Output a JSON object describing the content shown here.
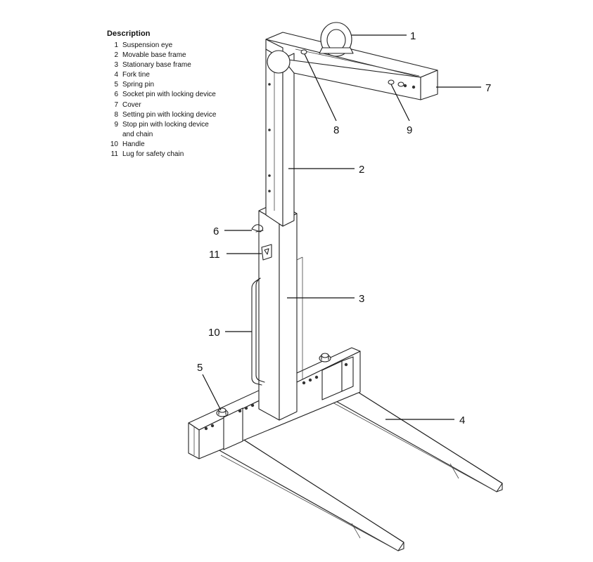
{
  "legend": {
    "title": "Description",
    "items": [
      {
        "num": "1",
        "text": "Suspension eye"
      },
      {
        "num": "2",
        "text": "Movable base frame"
      },
      {
        "num": "3",
        "text": "Stationary base frame"
      },
      {
        "num": "4",
        "text": "Fork tine"
      },
      {
        "num": "5",
        "text": "Spring pin"
      },
      {
        "num": "6",
        "text": "Socket pin with locking device"
      },
      {
        "num": "7",
        "text": "Cover"
      },
      {
        "num": "8",
        "text": "Setting pin with locking device"
      },
      {
        "num": "9",
        "text": "Stop pin with locking device\nand chain"
      },
      {
        "num": "10",
        "text": "Handle"
      },
      {
        "num": "11",
        "text": "Lug for safety chain"
      }
    ]
  },
  "callouts": {
    "c1": "1",
    "c2": "2",
    "c3": "3",
    "c4": "4",
    "c5": "5",
    "c6": "6",
    "c7": "7",
    "c8": "8",
    "c9": "9",
    "c10": "10",
    "c11": "11"
  }
}
